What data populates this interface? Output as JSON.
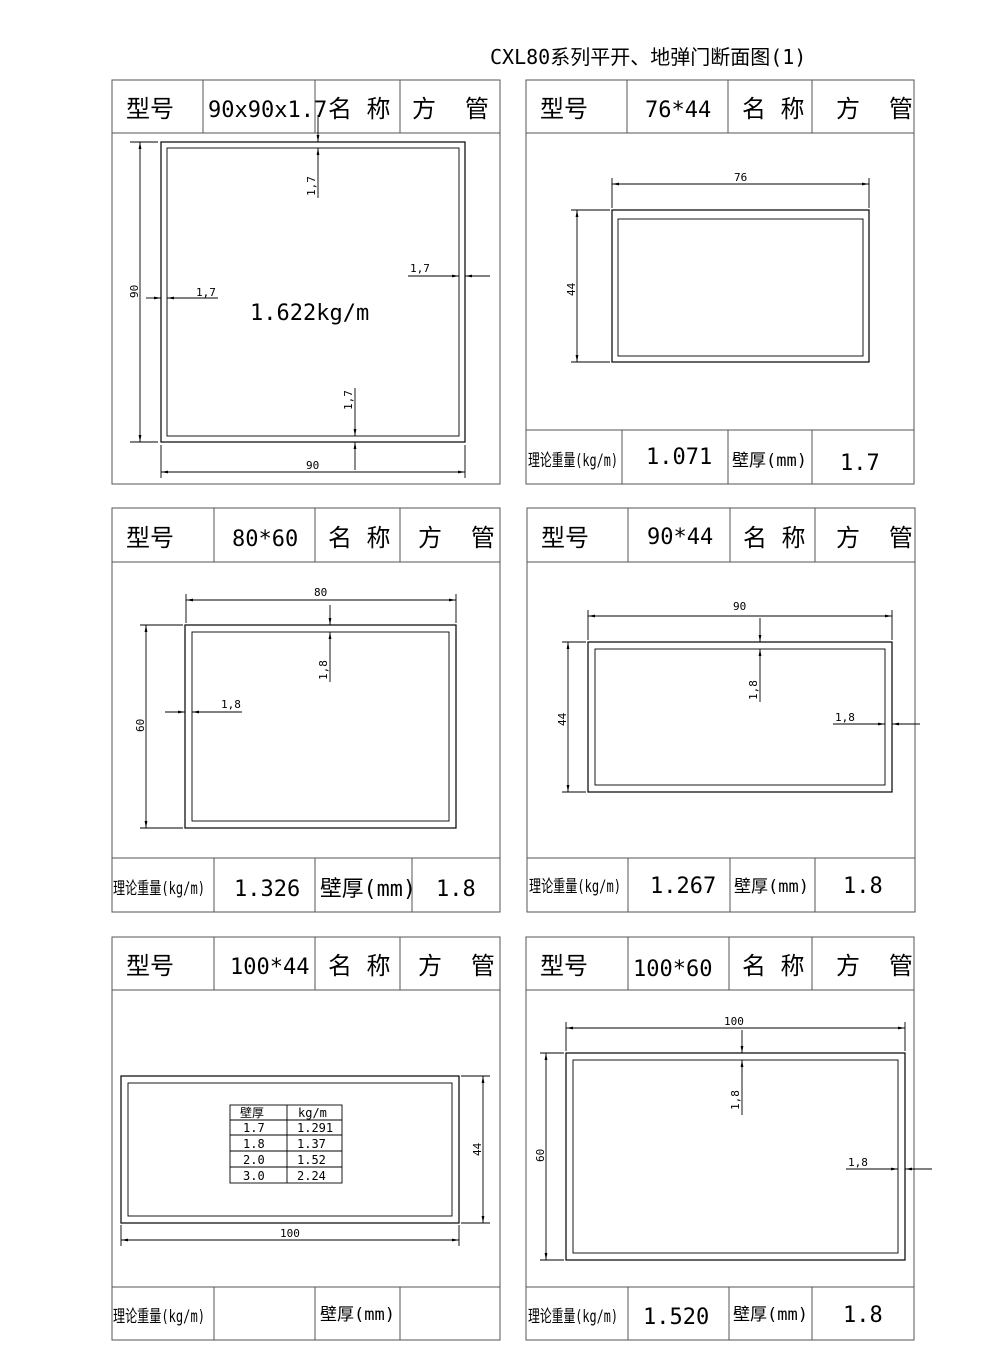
{
  "title": "CXL80系列平开、地弹门断面图(1)",
  "labels": {
    "model": "型号",
    "name": "名 称",
    "name_value": "方  管",
    "weight": "理论重量(kg/m)",
    "thickness": "壁厚(mm)"
  },
  "panels": [
    {
      "model": "90x90x1.7",
      "weight_text": "1.622kg/m",
      "dims": {
        "width": "90",
        "height": "90",
        "t1": "1,7",
        "t2": "1,7",
        "t3": "1,7",
        "t4": "1,7"
      }
    },
    {
      "model": "76*44",
      "weight": "1.071",
      "thickness": "1.7",
      "dims": {
        "width": "76",
        "height": "44"
      }
    },
    {
      "model": "80*60",
      "weight": "1.326",
      "thickness": "1.8",
      "dims": {
        "width": "80",
        "height": "60",
        "t1": "1,8",
        "t2": "1,8"
      }
    },
    {
      "model": "90*44",
      "weight": "1.267",
      "thickness": "1.8",
      "dims": {
        "width": "90",
        "height": "44",
        "t1": "1,8",
        "t2": "1,8"
      }
    },
    {
      "model": "100*44",
      "weight": "",
      "thickness": "",
      "dims": {
        "width": "100",
        "height": "44"
      },
      "table": {
        "headers": [
          "壁厚",
          "kg/m"
        ],
        "rows": [
          [
            "1.7",
            "1.291"
          ],
          [
            "1.8",
            "1.37"
          ],
          [
            "2.0",
            "1.52"
          ],
          [
            "3.0",
            "2.24"
          ]
        ]
      }
    },
    {
      "model": "100*60",
      "weight": "1.520",
      "thickness": "1.8",
      "dims": {
        "width": "100",
        "height": "60",
        "t1": "1,8",
        "t2": "1,8"
      }
    }
  ]
}
